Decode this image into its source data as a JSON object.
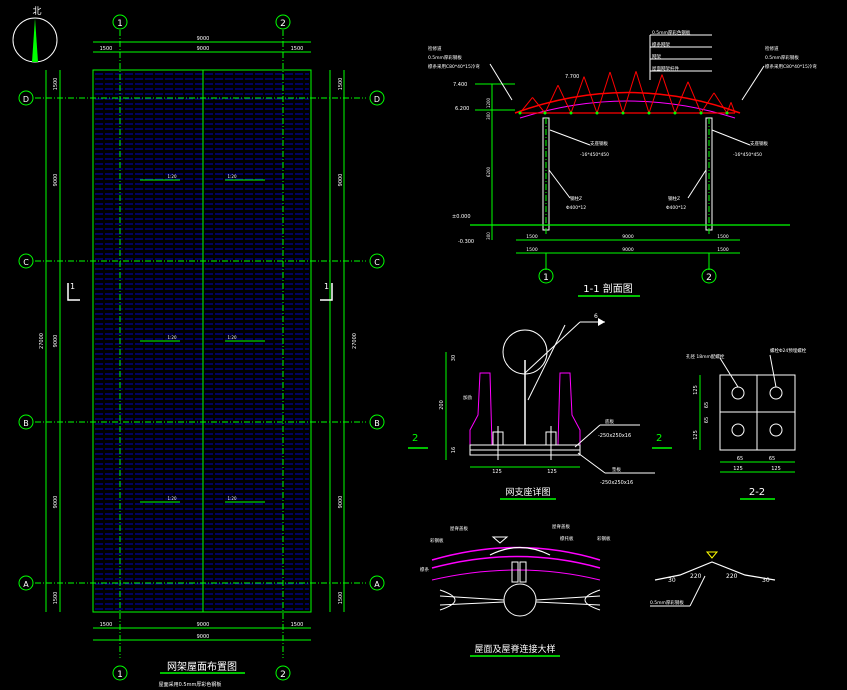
{
  "north": {
    "label": "北"
  },
  "plan": {
    "title": "网架屋面布置图",
    "note": "屋面采用0.5mm厚彩色钢板",
    "axis_x": [
      "1",
      "2"
    ],
    "axis_y": [
      "D",
      "C",
      "B",
      "A"
    ],
    "dim_total_x": "9000",
    "dim_side": "1500",
    "dim_bays_y": [
      "9000",
      "9000",
      "9000"
    ],
    "dim_total_y": "27000",
    "dim_edge_y": "1500",
    "slope": "1:20",
    "section_mark": "1"
  },
  "section": {
    "title": "1-1 剖面图",
    "labels": {
      "left_top1": "检修道",
      "left_top2": "0.5mm厚彩钢板",
      "left_top3": "檩条采用C80*40*15冷弯",
      "right_top1": "检修道",
      "right_top2": "0.5mm厚彩钢板",
      "right_top3": "檩条采用C80*40*15冷弯",
      "legend1": "0.5mm厚彩色钢板",
      "legend2": "檩条网架",
      "legend3": "网架",
      "legend4": "屋面网架杆件",
      "elev_top": "7.700",
      "elev_mid1": "7.400",
      "elev_mid2": "6.200",
      "elev_ground": "±0.000",
      "elev_base": "-0.300",
      "support_left": "支座钢板",
      "support_left_spec": "-16*450*450",
      "support_right": "支座钢板",
      "support_right_spec": "-16*450*450",
      "col_left": "钢柱Z",
      "col_left_spec": "Φ400*12",
      "col_right": "钢柱Z",
      "col_right_spec": "Φ400*12",
      "dim_1500": "1500",
      "dim_9000": "9000",
      "dim_h1": "6200",
      "dim_h2": "1200",
      "dim_h3": "300",
      "dim_h4": "300"
    },
    "axes": [
      "1",
      "2"
    ]
  },
  "support_detail": {
    "title": "网支座详图",
    "labels": {
      "flag": "6",
      "dim_30": "30",
      "dim_200": "200",
      "dim_16": "16",
      "dim_125a": "125",
      "dim_125b": "125",
      "rib": "加劲",
      "plate1_name": "底板",
      "plate1": "-250x250x16",
      "plate2_name": "垫板",
      "plate2": "-250x250x16",
      "mark": "2"
    }
  },
  "section22": {
    "title": "2-2",
    "labels": {
      "hole_note": "孔径 18mm配螺栓",
      "bolt_note": "螺栓Φ24预埋螺栓",
      "dim_125_l1": "125",
      "dim_65_l": "65",
      "dim_65_l2": "65",
      "dim_125_l2": "125",
      "dim_125_b1": "125",
      "dim_65_b1": "65",
      "dim_65_b2": "65",
      "dim_125_b2": "125"
    }
  },
  "ridge_detail": {
    "title": "屋面及屋脊连接大样",
    "labels": {
      "l1": "屋脊盖板",
      "l2": "彩钢板",
      "l3": "檩条",
      "r1": "屋脊盖板",
      "r2": "檩托板",
      "r3": "彩钢板"
    }
  },
  "ridge_profile": {
    "labels": {
      "d30a": "30",
      "d220a": "220",
      "d220b": "220",
      "d30b": "30",
      "note": "0.5mm厚彩钢板"
    }
  },
  "colors": {
    "grid": "#00ff00",
    "dim": "#ffffff",
    "purlin": "#0000ff",
    "truss": "#ff0000",
    "magenta": "#ff00ff",
    "yellow": "#ffff00",
    "cyan": "#00ffff"
  }
}
